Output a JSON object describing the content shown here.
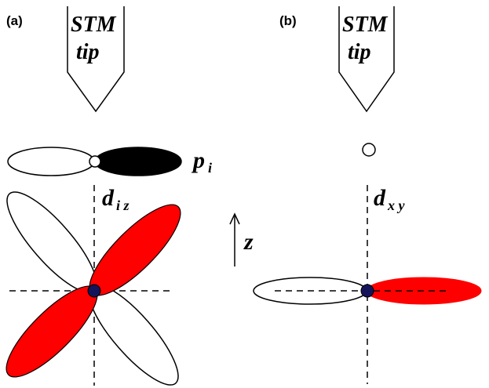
{
  "panels": {
    "a": {
      "label": "(a)",
      "tip_line1": "STM",
      "tip_line2": "tip",
      "p_main": "p",
      "p_sub": "i",
      "d_main": "d",
      "d_sub": "i z"
    },
    "b": {
      "label": "(b)",
      "tip_line1": "STM",
      "tip_line2": "tip",
      "d_main": "d",
      "d_sub": "x y"
    }
  },
  "axis": {
    "label": "z"
  },
  "colors": {
    "lobe_red": "#ff0000",
    "lobe_black": "#000000",
    "atom": "#14145a",
    "line": "#000000"
  }
}
